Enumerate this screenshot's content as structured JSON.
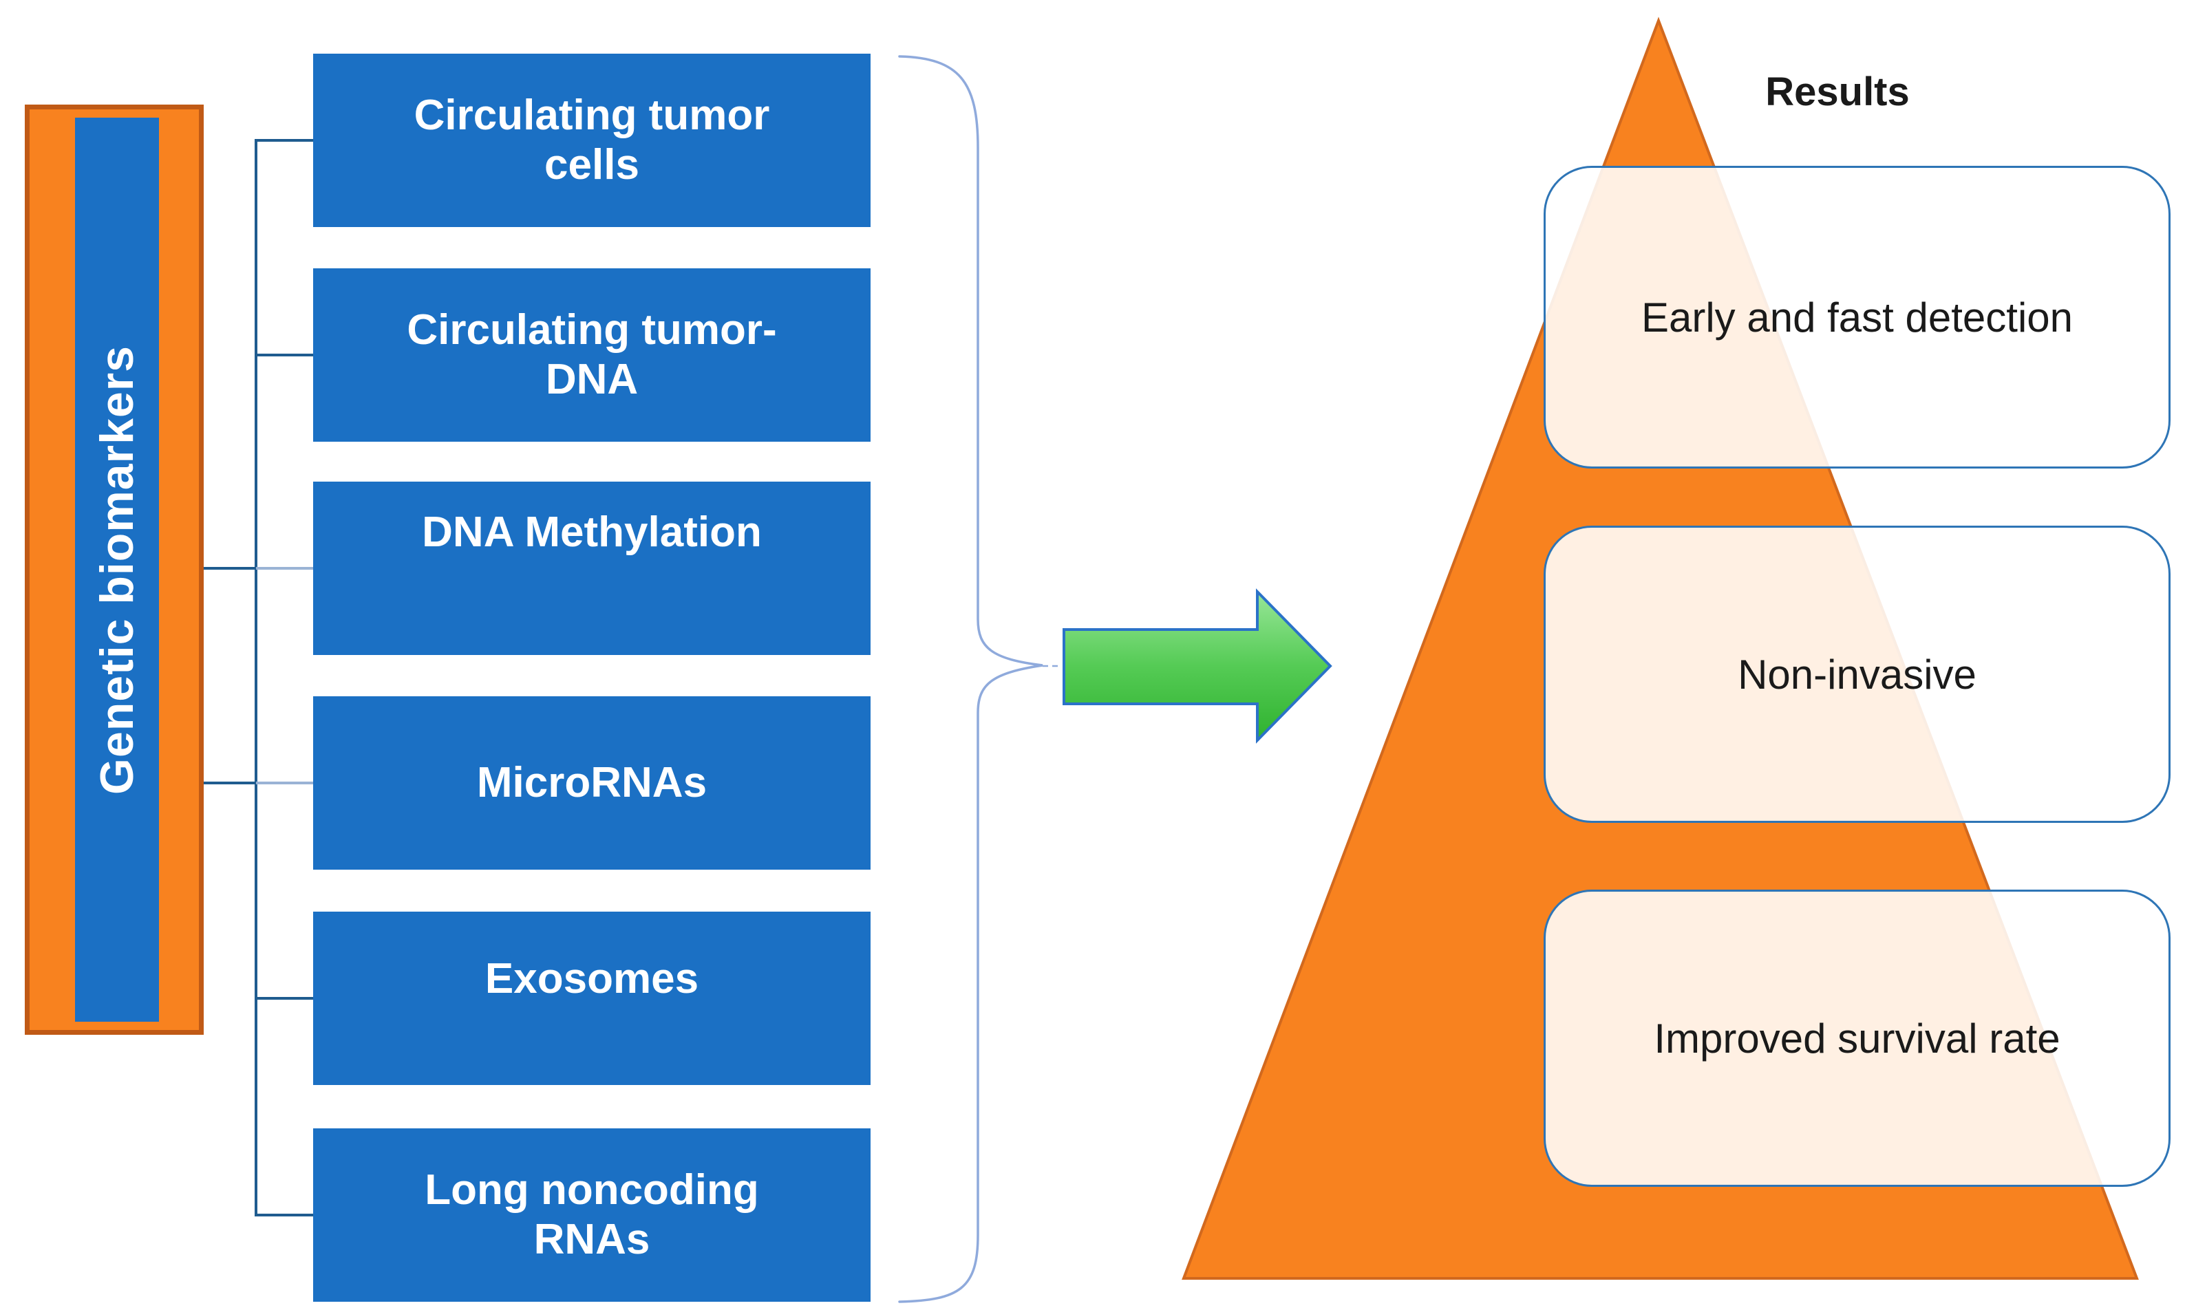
{
  "figure": {
    "left_panel": {
      "vertical_label": "Genetic biomarkers",
      "biomarkers": [
        {
          "label": "Circulating tumor\ncells"
        },
        {
          "label": "Circulating tumor-\nDNA"
        },
        {
          "label": "DNA Methylation"
        },
        {
          "label": "MicroRNAs"
        },
        {
          "label": "Exosomes"
        },
        {
          "label": "Long noncoding\nRNAs"
        }
      ]
    },
    "results_panel": {
      "title": "Results",
      "outcomes": [
        {
          "label": "Early and fast detection"
        },
        {
          "label": "Non-invasive"
        },
        {
          "label": "Improved survival rate"
        }
      ]
    }
  },
  "colors": {
    "box-blue": "#1B70C4",
    "bar-orange": "#F8821F",
    "bar-orange-border": "#C05A16",
    "triangle-orange": "#F8821F",
    "triangle-border": "#D2691E",
    "connector-dark": "#1F5C8F",
    "connector-light": "#9AB3D5",
    "brace-blue": "#8FAADC",
    "result-border": "#2E75B6",
    "arrow-border": "#2B72C8",
    "arrow-green-light": "#98E698",
    "arrow-green": "#55CB55",
    "arrow-green-dark": "#2FB22F",
    "text-dark": "#1A1A1A",
    "text-white": "#FFFFFF"
  }
}
